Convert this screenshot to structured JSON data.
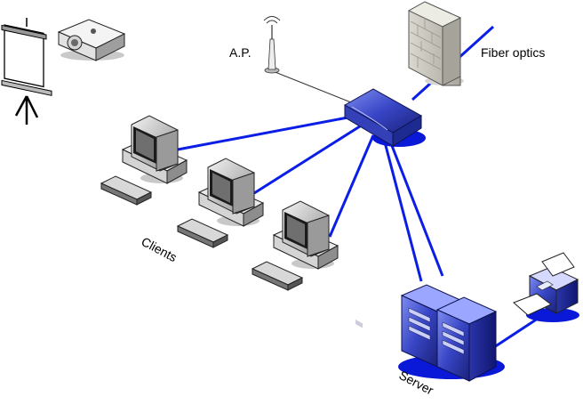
{
  "labels": {
    "access_point": "A.P.",
    "fiber": "Fiber optics",
    "clients": "Clients",
    "server": "Server"
  },
  "colors": {
    "link": "#0b1ee6",
    "router": "#2a3ec8",
    "firewall": "#c8c8c0",
    "server": "#3845c5",
    "shadow": "#0a18d8"
  },
  "icons": [
    "projector-screen-icon",
    "projector-icon",
    "antenna-icon",
    "router-icon",
    "firewall-icon",
    "computer-icon",
    "server-icon",
    "printer-icon"
  ]
}
